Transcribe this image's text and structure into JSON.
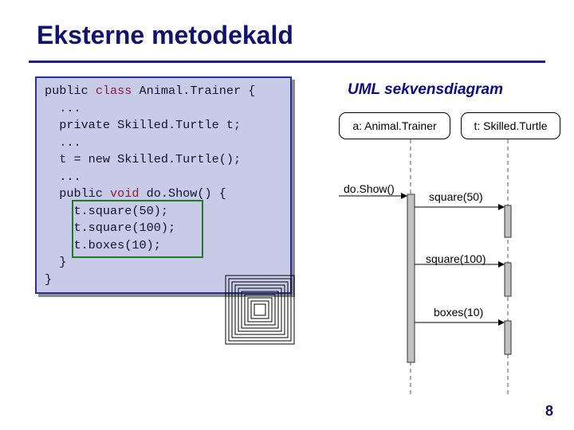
{
  "slide": {
    "title": "Eksterne metodekald",
    "page_number": "8"
  },
  "code": {
    "lines": [
      [
        {
          "t": "public "
        },
        {
          "t": "class",
          "kw": true
        },
        {
          "t": " Animal.Trainer {"
        }
      ],
      [
        {
          "t": "  ..."
        }
      ],
      [
        {
          "t": "  private Skilled.Turtle t;"
        }
      ],
      [
        {
          "t": "  ..."
        }
      ],
      [
        {
          "t": "  t = new Skilled.Turtle();"
        }
      ],
      [
        {
          "t": "  ..."
        }
      ],
      [
        {
          "t": "  public "
        },
        {
          "t": "void",
          "kw": true
        },
        {
          "t": " do.Show() {"
        }
      ],
      [
        {
          "t": "    t.square(50);"
        }
      ],
      [
        {
          "t": "    t.square(100);"
        }
      ],
      [
        {
          "t": "    t.boxes(10);"
        }
      ],
      [
        {
          "t": "  }"
        }
      ],
      [
        {
          "t": "}"
        }
      ]
    ],
    "keyword_color": "#8b1c3c",
    "highlight_color": "#1f7d1f"
  },
  "uml": {
    "title": "UML sekvensdiagram",
    "objects": {
      "trainer": "a: Animal.Trainer",
      "turtle": "t: Skilled.Turtle"
    },
    "messages": {
      "do_show": "do.Show()",
      "square_50": "square(50)",
      "square_100": "square(100)",
      "boxes_10": "boxes(10)"
    }
  },
  "colors": {
    "title": "#10126e",
    "rule": "#1c1f86",
    "code_background": "#c8cbe8",
    "code_border": "#2a2f95",
    "uml_title": "#0c0c86"
  }
}
